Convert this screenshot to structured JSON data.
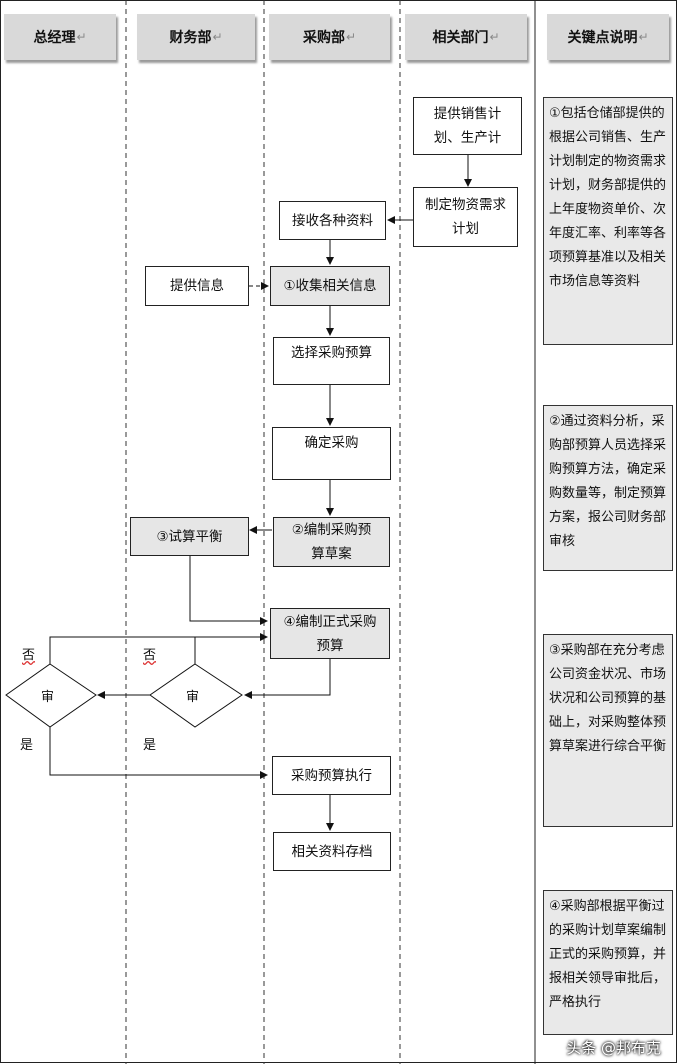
{
  "lanes": [
    "总经理",
    "财务部",
    "采购部",
    "相关部门",
    "关键点说明"
  ],
  "boxes": {
    "provide_plan": "提供销售计划、生产计",
    "make_demand": "制定物资需求计划",
    "receive_info": "接收各种资料",
    "provide_info": "提供信息",
    "collect_info": "①收集相关信息",
    "select_budget": "选择采购预算",
    "confirm_purchase": "确定采购",
    "compile_draft": "②编制采购预算草案",
    "trial_balance": "③试算平衡",
    "compile_formal": "④编制正式采购预算",
    "execute": "采购预算执行",
    "archive": "相关资料存档"
  },
  "decisions": {
    "gm": "审",
    "finance": "审"
  },
  "labels": {
    "no_gm": "否",
    "no_fin": "否",
    "yes_gm": "是",
    "yes_fin": "是"
  },
  "notes": [
    "①包括仓储部提供的根据公司销售、生产计划制定的物资需求计划，财务部提供的上年度物资单价、次年度汇率、利率等各项预算基准以及相关市场信息等资料",
    "②通过资料分析，采购部预算人员选择采购预算方法，确定采购数量等，制定预算方案，报公司财务部审核",
    "③采购部在充分考虑公司资金状况、市场状况和公司预算的基础上，对采购整体预算草案进行综合平衡",
    "④采购部根据平衡过的采购计划草案编制正式的采购预算，并报相关领导审批后，严格执行"
  ],
  "watermark": "头条 @邦布克"
}
